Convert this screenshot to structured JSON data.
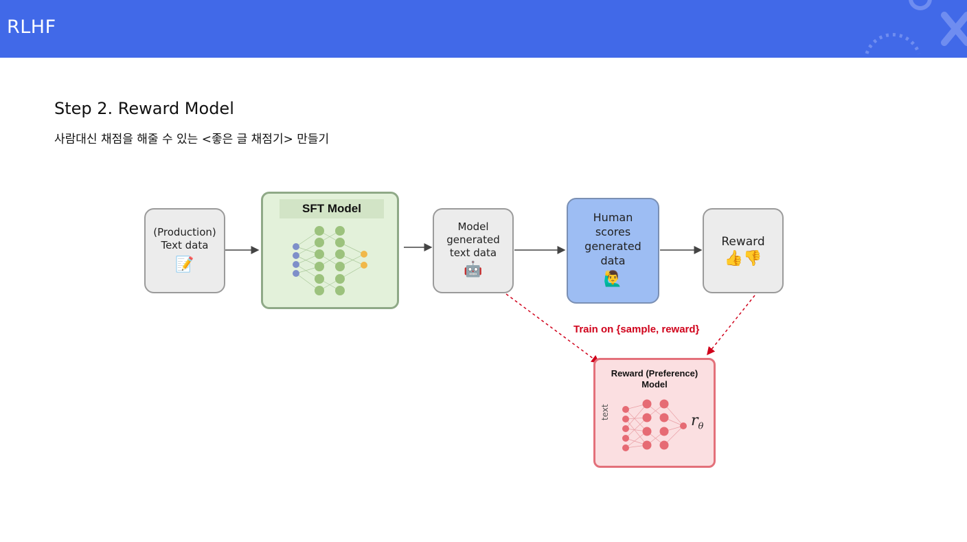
{
  "header": {
    "title": "RLHF"
  },
  "content": {
    "step_title": "Step 2. Reward Model",
    "subtitle": "사람대신 채점을 해줄 수 있는 <좋은 글 채점기> 만들기"
  },
  "diagram": {
    "production": {
      "line1": "(Production)",
      "line2": "Text data",
      "icon": "pencil-paper-icon",
      "emoji": "📝"
    },
    "sft": {
      "title": "SFT Model"
    },
    "generated": {
      "line1": "Model",
      "line2": "generated",
      "line3": "text data",
      "icon": "robot-icon",
      "emoji": "🤖"
    },
    "human": {
      "line1": "Human",
      "line2": "scores",
      "line3": "generated",
      "line4": "data",
      "icon": "person-raising-hand-icon",
      "emoji": "🙋‍♂️"
    },
    "reward": {
      "label": "Reward",
      "icon": "thumbs-icon",
      "emoji": "👍👎"
    },
    "train_label": "Train on {sample, reward}",
    "reward_model": {
      "line1": "Reward (Preference)",
      "line2": "Model",
      "axis_label": "text",
      "output_symbol": "r",
      "output_subscript": "θ"
    }
  },
  "colors": {
    "header_bg": "#4169e8",
    "sft_bg": "#e3f1da",
    "human_bg": "#9dbdf3",
    "reward_model_bg": "#fbdfe1",
    "train_arrow": "#d0021b"
  }
}
